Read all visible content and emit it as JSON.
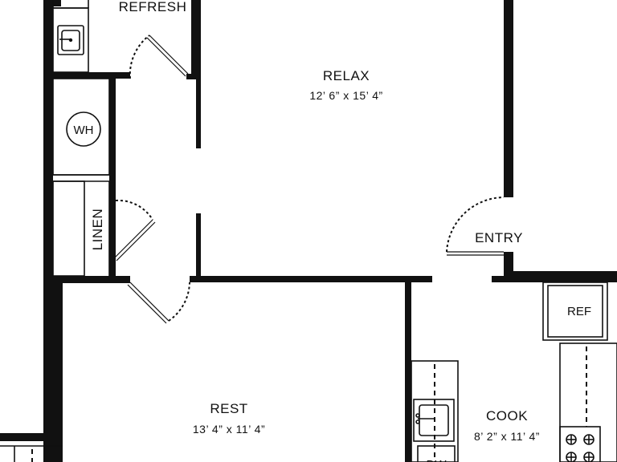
{
  "rooms": {
    "refresh": {
      "name": "REFRESH"
    },
    "relax": {
      "name": "RELAX",
      "dims": "12’ 6” x 15’ 4”"
    },
    "entry": {
      "name": "ENTRY"
    },
    "rest": {
      "name": "REST",
      "dims": "13’ 4” x 11’ 4”"
    },
    "cook": {
      "name": "COOK",
      "dims": "8’ 2” x 11’ 4”"
    },
    "linen": {
      "name": "LINEN"
    }
  },
  "fixtures": {
    "water_heater": "WH",
    "refrigerator": "REF",
    "dishwasher": "DW"
  }
}
